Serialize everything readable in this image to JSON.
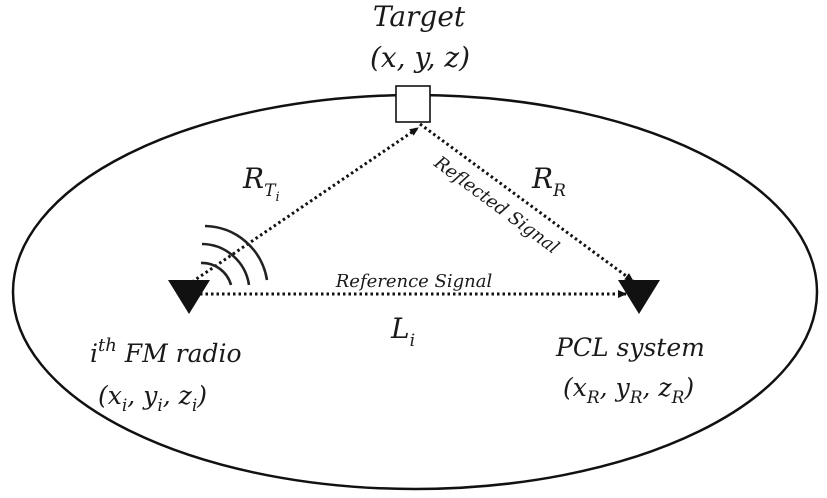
{
  "target": {
    "label": "Target",
    "coords": "(x, y, z)"
  },
  "transmitter": {
    "label_base": "i",
    "label_sup": "th",
    "label_rest": " FM radio",
    "coords_open": "(x",
    "coords_sub1": "i",
    "coords_mid1": ", y",
    "coords_sub2": "i",
    "coords_mid2": ", z",
    "coords_sub3": "i",
    "coords_close": ")"
  },
  "receiver": {
    "label": "PCL system",
    "coords_open": "(x",
    "coords_sub1": "R",
    "coords_mid1": ", y",
    "coords_sub2": "R",
    "coords_mid2": ", z",
    "coords_sub3": "R",
    "coords_close": ")"
  },
  "paths": {
    "rt_base": "R",
    "rt_sub": "T",
    "rt_subsub": "i",
    "rr_base": "R",
    "rr_sub": "R",
    "li_base": "L",
    "li_sub": "i",
    "reference_signal": "Reference Signal",
    "reflected_signal": "Reflected Signal"
  }
}
